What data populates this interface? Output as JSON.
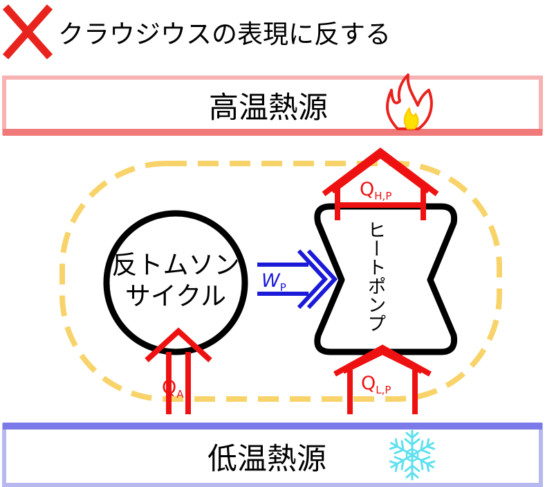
{
  "header": {
    "statement": "クラウジウスの表現に反する"
  },
  "reservoirs": {
    "hot": {
      "label": "高温熱源"
    },
    "cold": {
      "label": "低温熱源"
    }
  },
  "engine": {
    "line1": "反トムソン",
    "line2": "サイクル"
  },
  "work": {
    "symbol": "W",
    "subscript": "P"
  },
  "heat_pump": {
    "label": "ヒートポンプ"
  },
  "heat_flows": {
    "engine_in": {
      "symbol": "Q",
      "subscript": "A"
    },
    "pump_out": {
      "symbol": "Q",
      "subscript": "H,P"
    },
    "pump_in": {
      "symbol": "Q",
      "subscript": "L,P"
    }
  },
  "colors": {
    "cross": "#e8231e",
    "hot_border": "#f7b3b3",
    "hot_bottom": "#f07a7a",
    "cold_border": "#b8b8f0",
    "cold_top": "#7a7ae8",
    "boundary": "#f8d36a",
    "heat_arrow": "#ee1111",
    "work_arrow": "#1a1ad8",
    "snowflake": "#5fe0ee"
  },
  "icons": {
    "cross": "cross-mark-icon",
    "fire": "flame-icon",
    "cold": "snowflake-icon"
  }
}
